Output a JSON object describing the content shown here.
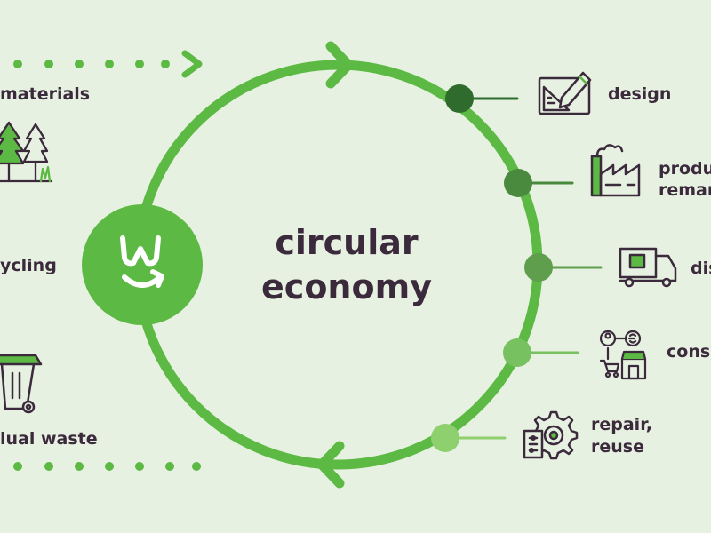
{
  "title": {
    "line1": "circular",
    "line2": "economy"
  },
  "left_labels": {
    "materials": "materials",
    "recycling": "ycling",
    "residual_waste": "lual waste"
  },
  "stages": [
    {
      "id": "design",
      "line1": "design",
      "line2": "",
      "color": "#2e6b2c"
    },
    {
      "id": "production",
      "line1": "produ",
      "line2": "remar",
      "color": "#4a8a3f"
    },
    {
      "id": "distribution",
      "line1": "dis",
      "line2": "",
      "color": "#5e9e4d"
    },
    {
      "id": "consumption",
      "line1": "consu",
      "line2": "",
      "color": "#77c160"
    },
    {
      "id": "repair",
      "line1": "repair,",
      "line2": "reuse",
      "color": "#8ed06e"
    }
  ],
  "logo": {
    "letter": "w"
  },
  "colors": {
    "ring": "#5cb944",
    "background": "#e7f1e1",
    "text": "#3b2a3c",
    "icon_green": "#5cb944"
  },
  "icons": [
    "design-ruler-pencil-icon",
    "factory-icon",
    "delivery-truck-icon",
    "consumer-cart-shop-icon",
    "gear-repair-icon",
    "trees-icon",
    "waste-bin-icon"
  ]
}
